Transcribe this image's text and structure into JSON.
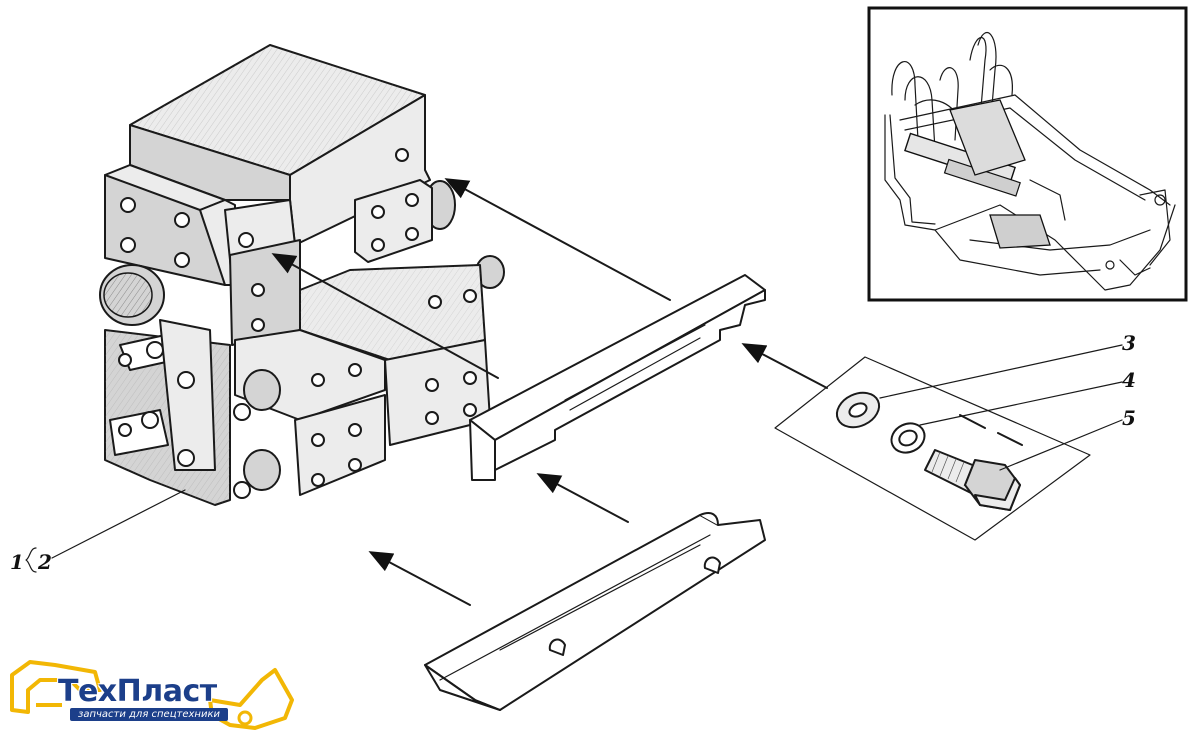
{
  "callouts": {
    "part_1": "1",
    "part_2": "2",
    "part_3": "3",
    "part_4": "4",
    "part_5": "5"
  },
  "logo": {
    "brand": "ТехПласт",
    "tagline": "запчасти для спецтехники",
    "colors": {
      "primary": "#1c3f8a",
      "accent": "#f2b705"
    }
  },
  "icons": [
    "excavator-icon",
    "loader-icon"
  ]
}
